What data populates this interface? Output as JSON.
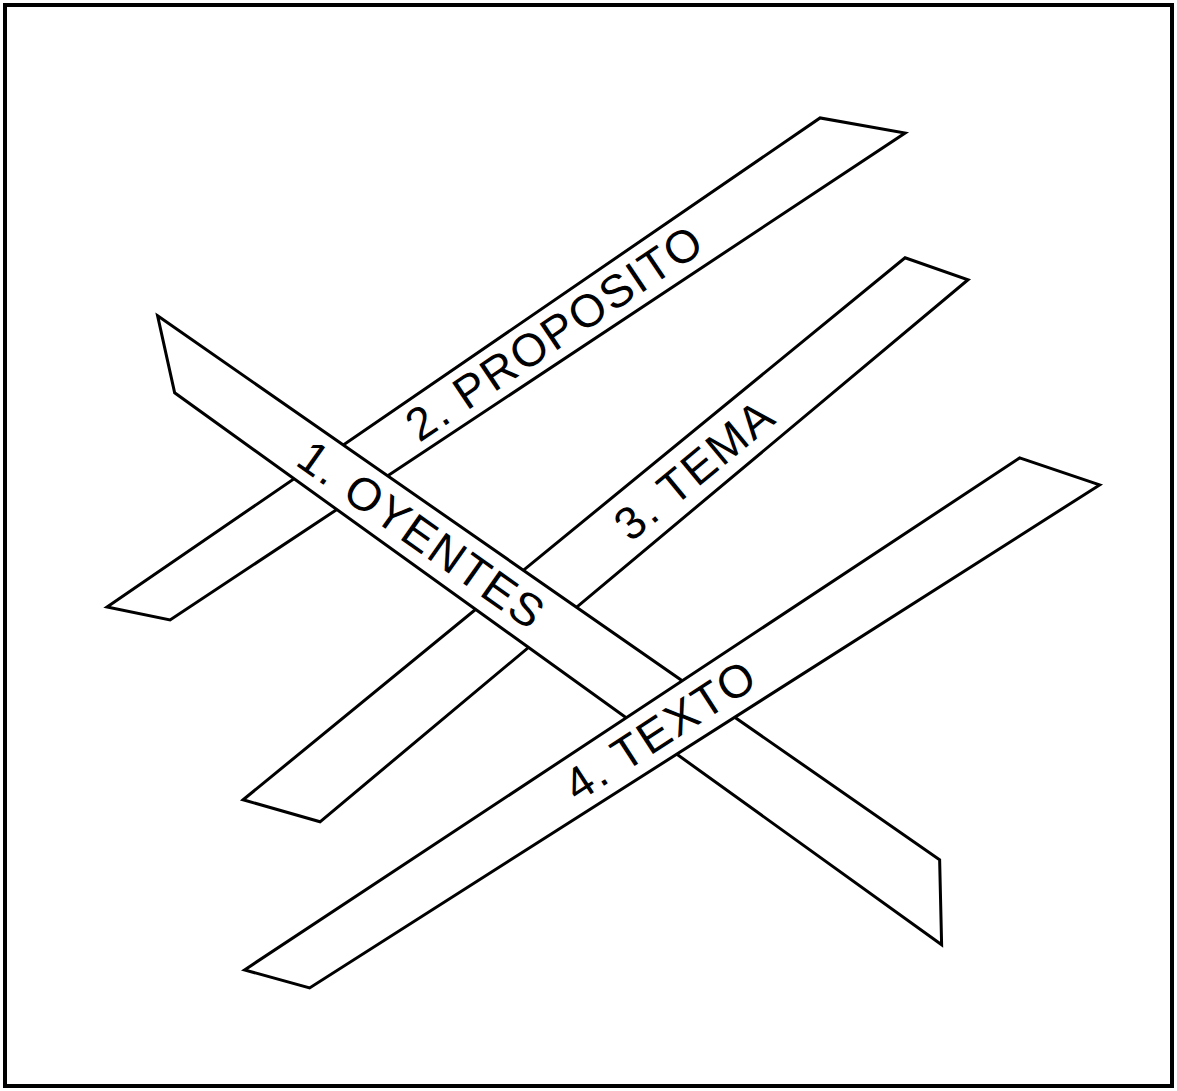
{
  "diagram": {
    "nodes": [
      {
        "text": [
          "1. OYENTES"
        ]
      },
      {
        "text": [
          "2. PROPOSITO"
        ]
      },
      {
        "text": [
          "3. TEMA"
        ]
      },
      {
        "text": [
          "4. TEXTO"
        ]
      }
    ]
  }
}
